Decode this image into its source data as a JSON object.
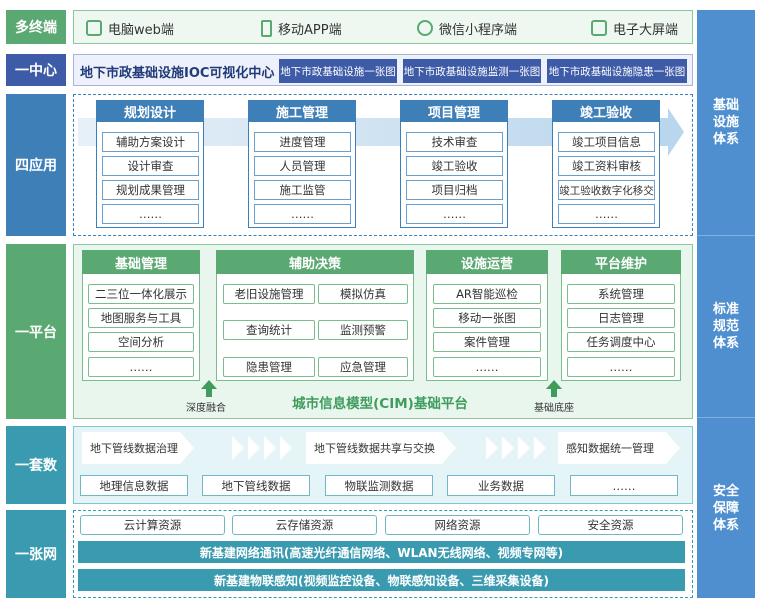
{
  "rows": {
    "terminals": "多终端",
    "center": "一中心",
    "apps": "四应用",
    "platform": "一平台",
    "data": "一套数",
    "network": "一张网"
  },
  "terminals": [
    {
      "label": "电脑web端",
      "icon": "monitor-icon"
    },
    {
      "label": "移动APP端",
      "icon": "phone-icon"
    },
    {
      "label": "微信小程序端",
      "icon": "wechat-miniprogram-icon"
    },
    {
      "label": "电子大屏端",
      "icon": "screen-icon"
    }
  ],
  "center": {
    "title": "地下市政基础设施IOC可视化中心",
    "buttons": [
      "地下市政基础设施一张图",
      "地下市政基础设施监测一张图",
      "地下市政基础设施隐患一张图"
    ]
  },
  "apps": [
    {
      "title": "规划设计",
      "items": [
        "辅助方案设计",
        "设计审查",
        "规划成果管理",
        "……"
      ]
    },
    {
      "title": "施工管理",
      "items": [
        "进度管理",
        "人员管理",
        "施工监管",
        "……"
      ]
    },
    {
      "title": "项目管理",
      "items": [
        "技术审查",
        "竣工验收",
        "项目归档",
        "……"
      ]
    },
    {
      "title": "竣工验收",
      "items": [
        "竣工项目信息",
        "竣工资料审核",
        "竣工验收数字化移交",
        "……"
      ]
    }
  ],
  "platform": {
    "groups": [
      {
        "title": "基础管理",
        "items": [
          "二三位一体化展示",
          "地图服务与工具",
          "空间分析",
          "……"
        ]
      },
      {
        "title": "辅助决策",
        "items": [
          "老旧设施管理",
          "模拟仿真",
          "查询统计",
          "监测预警",
          "隐患管理",
          "应急管理"
        ]
      },
      {
        "title": "设施运营",
        "items": [
          "AR智能巡检",
          "移动一张图",
          "案件管理",
          "……"
        ]
      },
      {
        "title": "平台维护",
        "items": [
          "系统管理",
          "日志管理",
          "任务调度中心",
          "……"
        ]
      }
    ],
    "base_title": "城市信息模型(CIM)基础平台",
    "left_arrow_label": "深度融合",
    "right_arrow_label": "基础底座"
  },
  "data": {
    "flows": [
      "地下管线数据治理",
      "地下管线数据共享与交换",
      "感知数据统一管理"
    ],
    "items": [
      "地理信息数据",
      "地下管线数据",
      "物联监测数据",
      "业务数据",
      "……"
    ]
  },
  "network": {
    "resources": [
      "云计算资源",
      "云存储资源",
      "网络资源",
      "安全资源"
    ],
    "bars": [
      "新基建网络通讯(高速光纤通信网络、WLAN无线网络、视频专网等)",
      "新基建物联感知(视频监控设备、物联感知设备、三维采集设备)"
    ]
  },
  "side": {
    "top": "基础\n设施\n体系",
    "middle": "标准\n规范\n体系",
    "bottom": "安全\n保障\n体系"
  },
  "colors": {
    "green": "#5aa872",
    "blue": "#3f7fb8",
    "navy": "#3d5ba7",
    "teal": "#3a9bb0",
    "side": "#4f8fcf"
  }
}
